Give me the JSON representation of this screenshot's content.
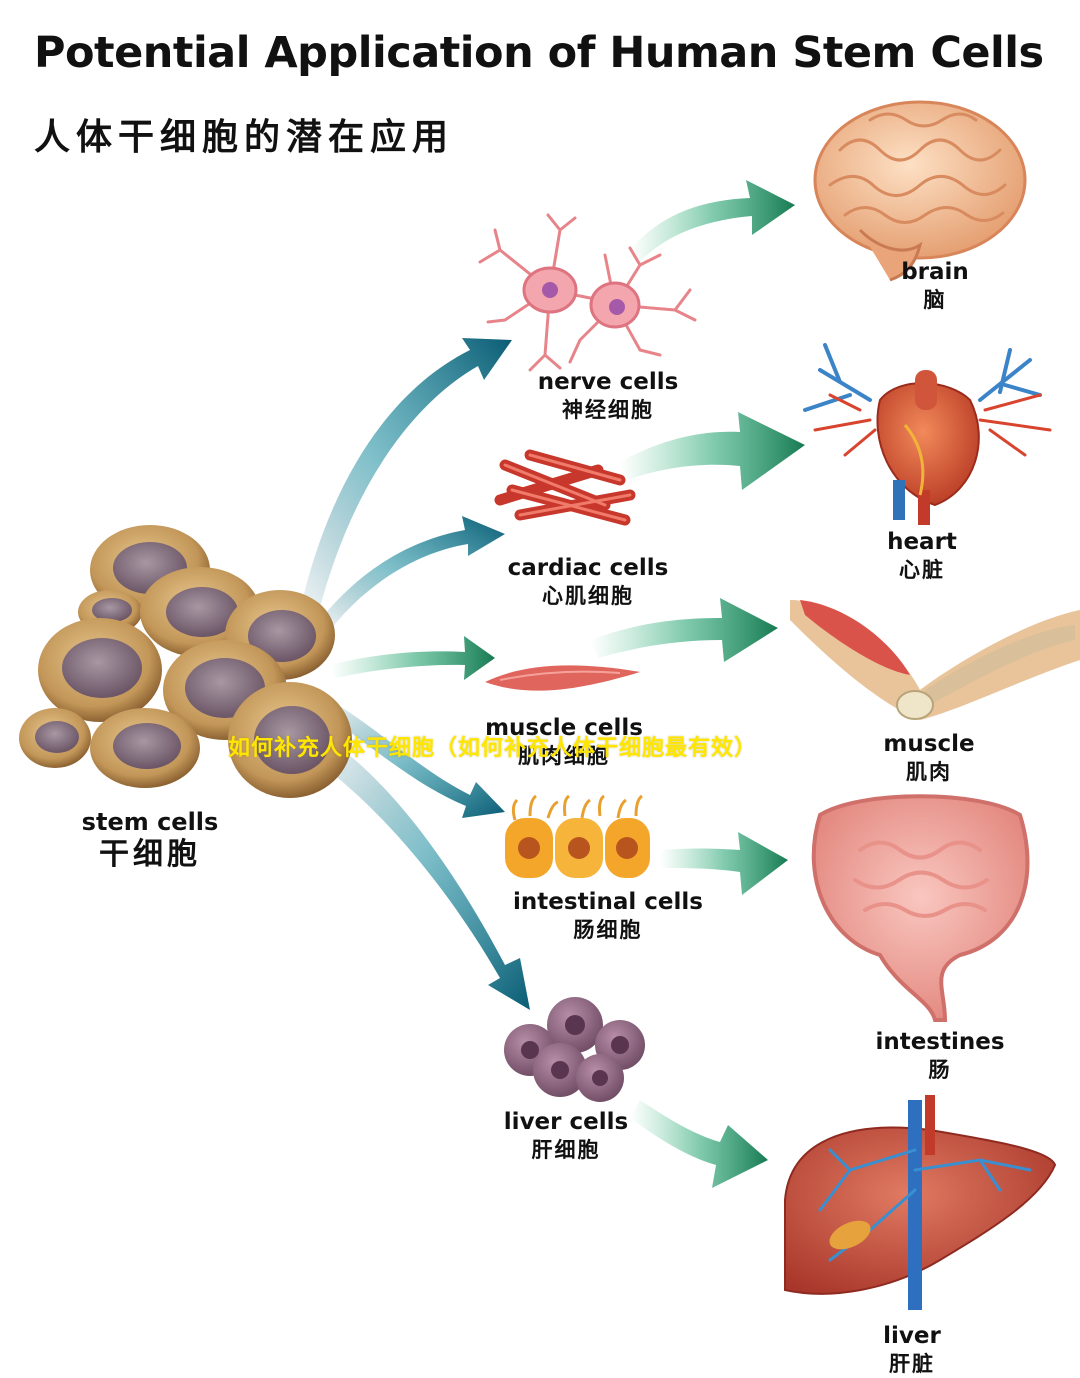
{
  "title": "Potential Application of Human Stem Cells",
  "subtitle": "人体干细胞的潜在应用",
  "watermark": "如何补充人体干细胞（如何补充人体干细胞最有效）",
  "stem": {
    "en": "stem cells",
    "zh": "干细胞"
  },
  "cells": [
    {
      "en": "nerve cells",
      "zh": "神经细胞"
    },
    {
      "en": "cardiac cells",
      "zh": "心肌细胞"
    },
    {
      "en": "muscle cells",
      "zh": "肌肉细胞"
    },
    {
      "en": "intestinal cells",
      "zh": "肠细胞"
    },
    {
      "en": "liver cells",
      "zh": "肝细胞"
    }
  ],
  "organs": [
    {
      "en": "brain",
      "zh": "脑"
    },
    {
      "en": "heart",
      "zh": "心脏"
    },
    {
      "en": "muscle",
      "zh": "肌肉"
    },
    {
      "en": "intestines",
      "zh": "肠"
    },
    {
      "en": "liver",
      "zh": "肝脏"
    }
  ],
  "colors": {
    "arrow_teal": "#0d6f7e",
    "arrow_green": "#1e8a5e",
    "stem_cell": "#b98a4c",
    "nucleus": "#7d6578",
    "watermark": "#ffe600"
  }
}
